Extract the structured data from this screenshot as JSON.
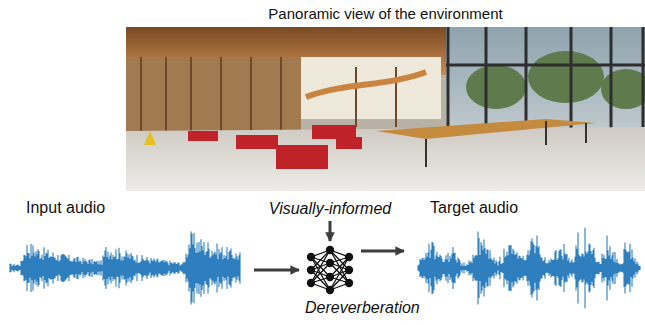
{
  "diagram": {
    "nodes": [
      {
        "text": [
          "Panoramic view of the environment"
        ]
      },
      {
        "text": [
          "Input audio"
        ]
      },
      {
        "text": [
          "Visually-informed"
        ]
      },
      {
        "text": [
          "Dereverberation"
        ]
      },
      {
        "text": [
          "Target audio"
        ]
      }
    ],
    "edges": [
      {
        "from": 1,
        "to": 3,
        "arrow": "to"
      },
      {
        "from": 2,
        "to": 3,
        "arrow": "to"
      },
      {
        "from": 3,
        "to": 4,
        "arrow": "to"
      }
    ]
  }
}
